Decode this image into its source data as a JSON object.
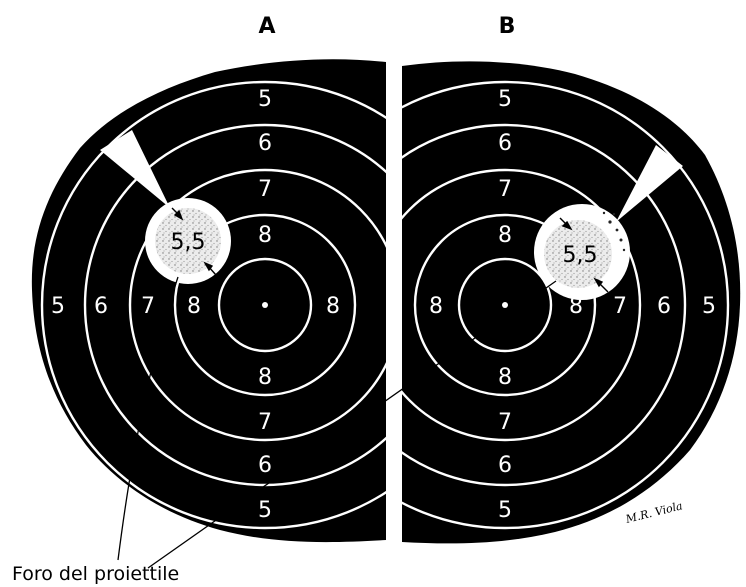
{
  "panels": [
    {
      "label": "A",
      "rings_top": [
        "5",
        "6",
        "7",
        "8"
      ],
      "rings_bottom": [
        "8",
        "7",
        "6",
        "5"
      ],
      "rings_left": [
        "5",
        "6",
        "7",
        "8"
      ],
      "rings_right": [
        "8"
      ],
      "hole_value": "5,5"
    },
    {
      "label": "B",
      "rings_top": [
        "5",
        "6",
        "7",
        "8"
      ],
      "rings_bottom": [
        "8",
        "7",
        "6",
        "5"
      ],
      "rings_left": [
        "8"
      ],
      "rings_right": [
        "8",
        "7",
        "6",
        "5"
      ],
      "hole_value": "5,5"
    }
  ],
  "caption": "Foro del proiettile",
  "signature": "M.R. Viola",
  "colors": {
    "target": "#000000",
    "rings": "#ffffff",
    "hole_fill": "#e6e6e6"
  }
}
